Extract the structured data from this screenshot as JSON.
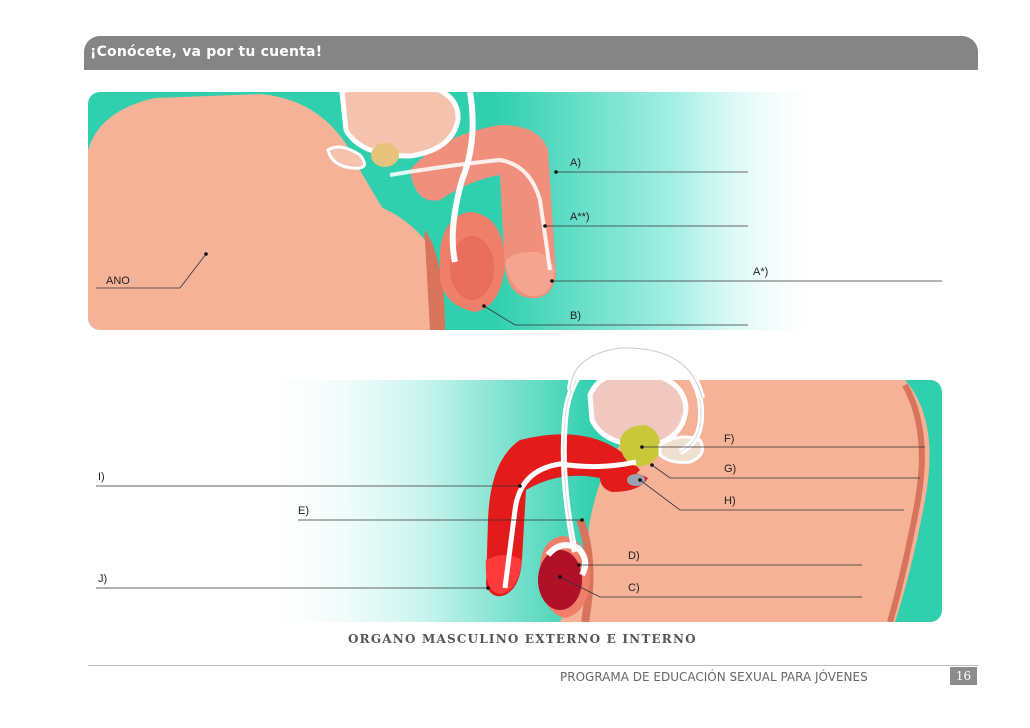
{
  "header": {
    "title": "¡Conócete, va por tu cuenta!"
  },
  "diagram": {
    "caption": "ORGANO MASCULINO EXTERNO E INTERNO",
    "external_labels": {
      "ano": "ANO",
      "a": "A)",
      "a_double_star": "A**)",
      "a_star": "A*)",
      "b": "B)"
    },
    "internal_labels": {
      "f": "F)",
      "g": "G)",
      "h": "H)",
      "i": "I)",
      "e": "E)",
      "d": "D)",
      "c": "C)",
      "j": "J)"
    },
    "colors": {
      "skin": "#f5b296",
      "skin_shadow": "#d8735c",
      "background_teal": "#30cfae",
      "penis_external": "#ef8f7c",
      "erectile_red": "#e41b1b",
      "testicle": "#b01028",
      "prostate": "#c8c83a"
    }
  },
  "footer": {
    "program": "PROGRAMA DE EDUCACIÓN SEXUAL PARA JÓVENES",
    "page_number": "16"
  }
}
